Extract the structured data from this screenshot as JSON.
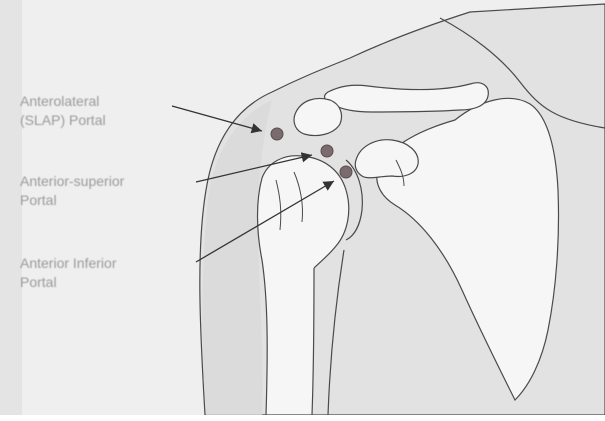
{
  "labels": {
    "anterolateral": "Anterolateral\n(SLAP) Portal",
    "anterior_superior": "Anterior-superior\nPortal",
    "anterior_inferior": "Anterior Inferior\nPortal"
  },
  "colors": {
    "background": "#efefef",
    "skin_shading": "#e2e2e2",
    "bone_fill": "#f6f6f6",
    "outline": "#4a4a4a",
    "portal_marker": "#7a6b6f",
    "label_text": "#9a9a9a"
  }
}
